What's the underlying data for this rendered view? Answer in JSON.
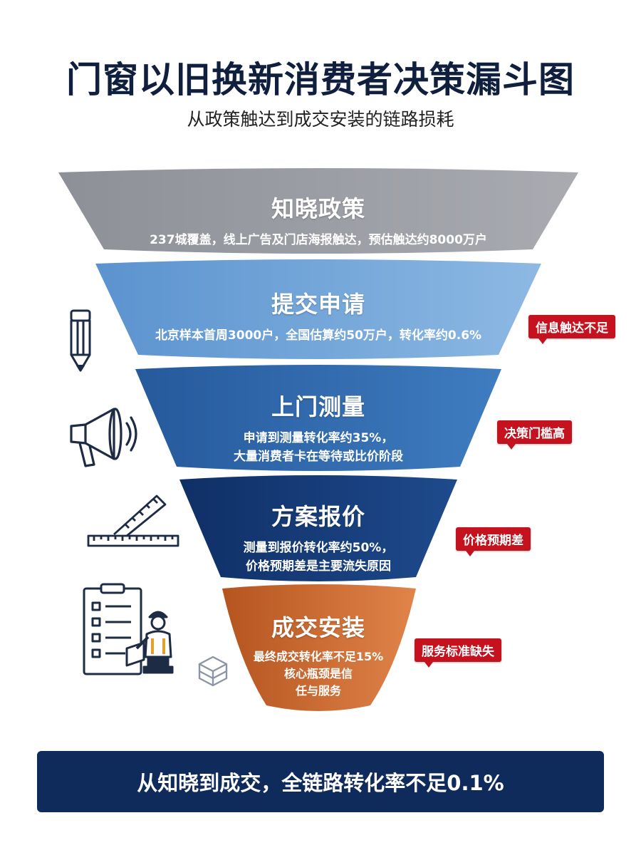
{
  "title": "门窗以旧换新消费者决策漏斗图",
  "subtitle": "从政策触达到成交安装的链路损耗",
  "stages": [
    {
      "name": "知晓政策",
      "desc": "237城覆盖，线上广告及门店海报触达，预估触达约8000万户",
      "color": "#9b9da4"
    },
    {
      "name": "提交申请",
      "desc": "北京样本首周3000户，全国估算约50万户，转化率约0.6%",
      "color": "#6fa4d6"
    },
    {
      "name": "上门测量",
      "desc": "申请到测量转化率约35%，\n大量消费者卡在等待或比价阶段",
      "color": "#2e66a8"
    },
    {
      "name": "方案报价",
      "desc": "测量到报价转化率约50%，\n价格预期差是主要流失原因",
      "color": "#163a75"
    },
    {
      "name": "成交安装",
      "desc": "最终成交转化率不足15%\n核心瓶颈是信\n任与服务",
      "color": "#c8652e"
    }
  ],
  "tags": [
    "信息触达不足",
    "决策门槛高",
    "价格预期差",
    "服务标准缺失"
  ],
  "icons": [
    "pencil-icon",
    "megaphone-icon",
    "ruler-icon",
    "checklist-worker-icon",
    "box-icon"
  ],
  "banner": "从知晓到成交，全链路转化率不足0.1%"
}
